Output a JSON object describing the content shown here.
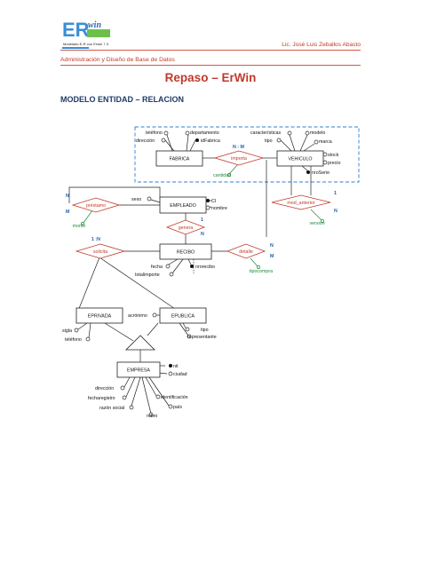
{
  "header": {
    "logo_text": "Modelado E-R con Erwin 7.3",
    "logo_big": "ER",
    "logo_word": "win",
    "author": "Lic. José Luis Zeballos Abasto",
    "course": "Administración y Diseño de Base de Datos"
  },
  "title": "Repaso – ErWin",
  "section": "MODELO ENTIDAD – RELACION",
  "entities": {
    "fabrica": "FABRICA",
    "vehiculo": "VEHICULO",
    "empleado": "EMPLEADO",
    "recibo": "RECIBO",
    "eprivada": "EPRIVADA",
    "epublica": "EPUBLICA",
    "empresa": "EMPRESA"
  },
  "relationships": {
    "importa": "importa",
    "mod_anterior": "mod_anterior",
    "prestamo": "préstamo",
    "genera": "genera",
    "solicita": "solicita",
    "detalle": "detalle"
  },
  "relationship_attributes": {
    "cantidad": "cantidad",
    "version": "version",
    "monto": "monto",
    "tipocompra": "tipocompra"
  },
  "attributes": {
    "fabrica": [
      "teléfono",
      "departamento",
      "dirección",
      "idFabrica"
    ],
    "vehiculo": [
      "características",
      "modelo",
      "tipo",
      "marca",
      "stock",
      "precio",
      "nroSerie"
    ],
    "empleado": [
      "sexo",
      "CI",
      "nombre"
    ],
    "recibo": [
      "fecha",
      "nrorecibo",
      "totalimporte"
    ],
    "eprivada": [
      "sigla",
      "teléfono"
    ],
    "epublica": [
      "acrónimo",
      "tipo",
      "representante"
    ],
    "empresa": [
      "nit",
      "ciudad",
      "dirección",
      "fecharegistro",
      "razón social",
      "identificación",
      "país",
      "rubro"
    ]
  },
  "cardinalities": {
    "importa": "N : M",
    "prestamo_n": "N",
    "prestamo_m": "M",
    "genera_1": "1",
    "genera_n": "N",
    "solicita": "1 :N",
    "detalle_n": "N",
    "detalle_m": "M",
    "mod_1": "1",
    "mod_n": "N"
  }
}
